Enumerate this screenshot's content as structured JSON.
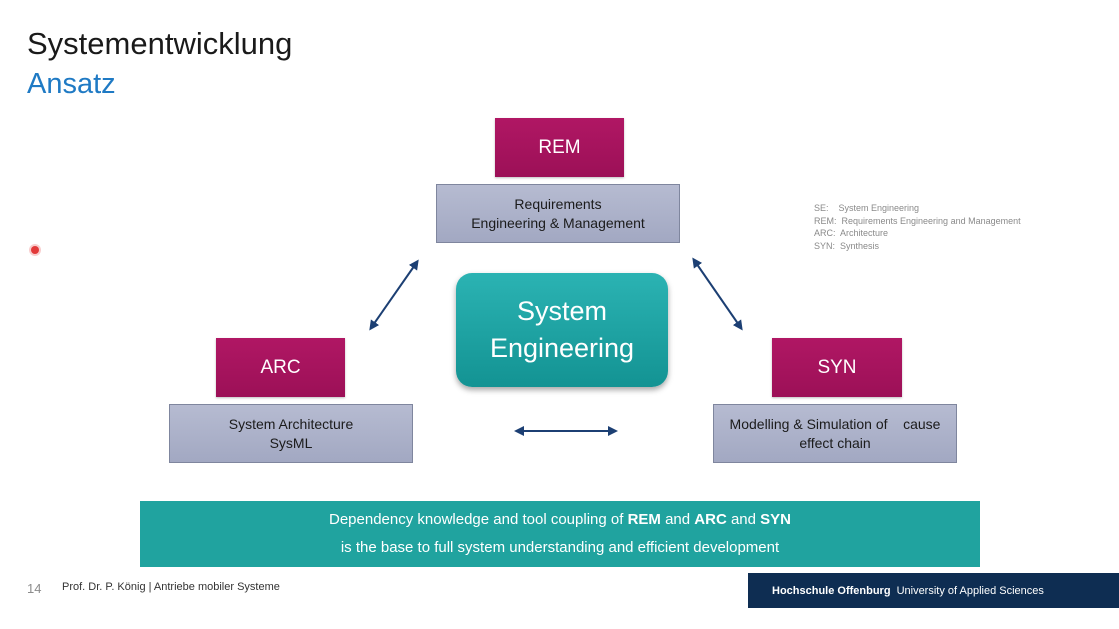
{
  "slide": {
    "title": "Systementwicklung",
    "subtitle": "Ansatz"
  },
  "rem": {
    "tag": "REM",
    "line1": "Requirements",
    "line2": "Engineering & Management"
  },
  "arc": {
    "tag": "ARC",
    "line1": "System Architecture",
    "line2": "SysML"
  },
  "syn": {
    "tag": "SYN",
    "line1": "Modelling & Simulation of    cause",
    "line2": "effect chain"
  },
  "center": {
    "line1": "System",
    "line2": "Engineering"
  },
  "legend": {
    "items": [
      "SE:    System Engineering",
      "REM:  Requirements Engineering and Management",
      "ARC:  Architecture",
      "SYN:  Synthesis"
    ]
  },
  "banner": {
    "line1_pre": "Dependency knowledge and tool coupling of ",
    "line1_rem": "REM",
    "line1_and1": " and ",
    "line1_arc": "ARC",
    "line1_and2": " and ",
    "line1_syn": "SYN",
    "line2": "is the base to full system understanding and efficient development"
  },
  "footer": {
    "page_number": "14",
    "author_course": "Prof. Dr. P. König | Antriebe mobiler Systeme",
    "brand_bold": "Hochschule Offenburg",
    "brand_rest": "University of Applied Sciences"
  },
  "colors": {
    "accent_blue": "#1f7ac4",
    "magenta": "#a8135e",
    "teal": "#20a39f",
    "navy": "#0e2d52"
  }
}
